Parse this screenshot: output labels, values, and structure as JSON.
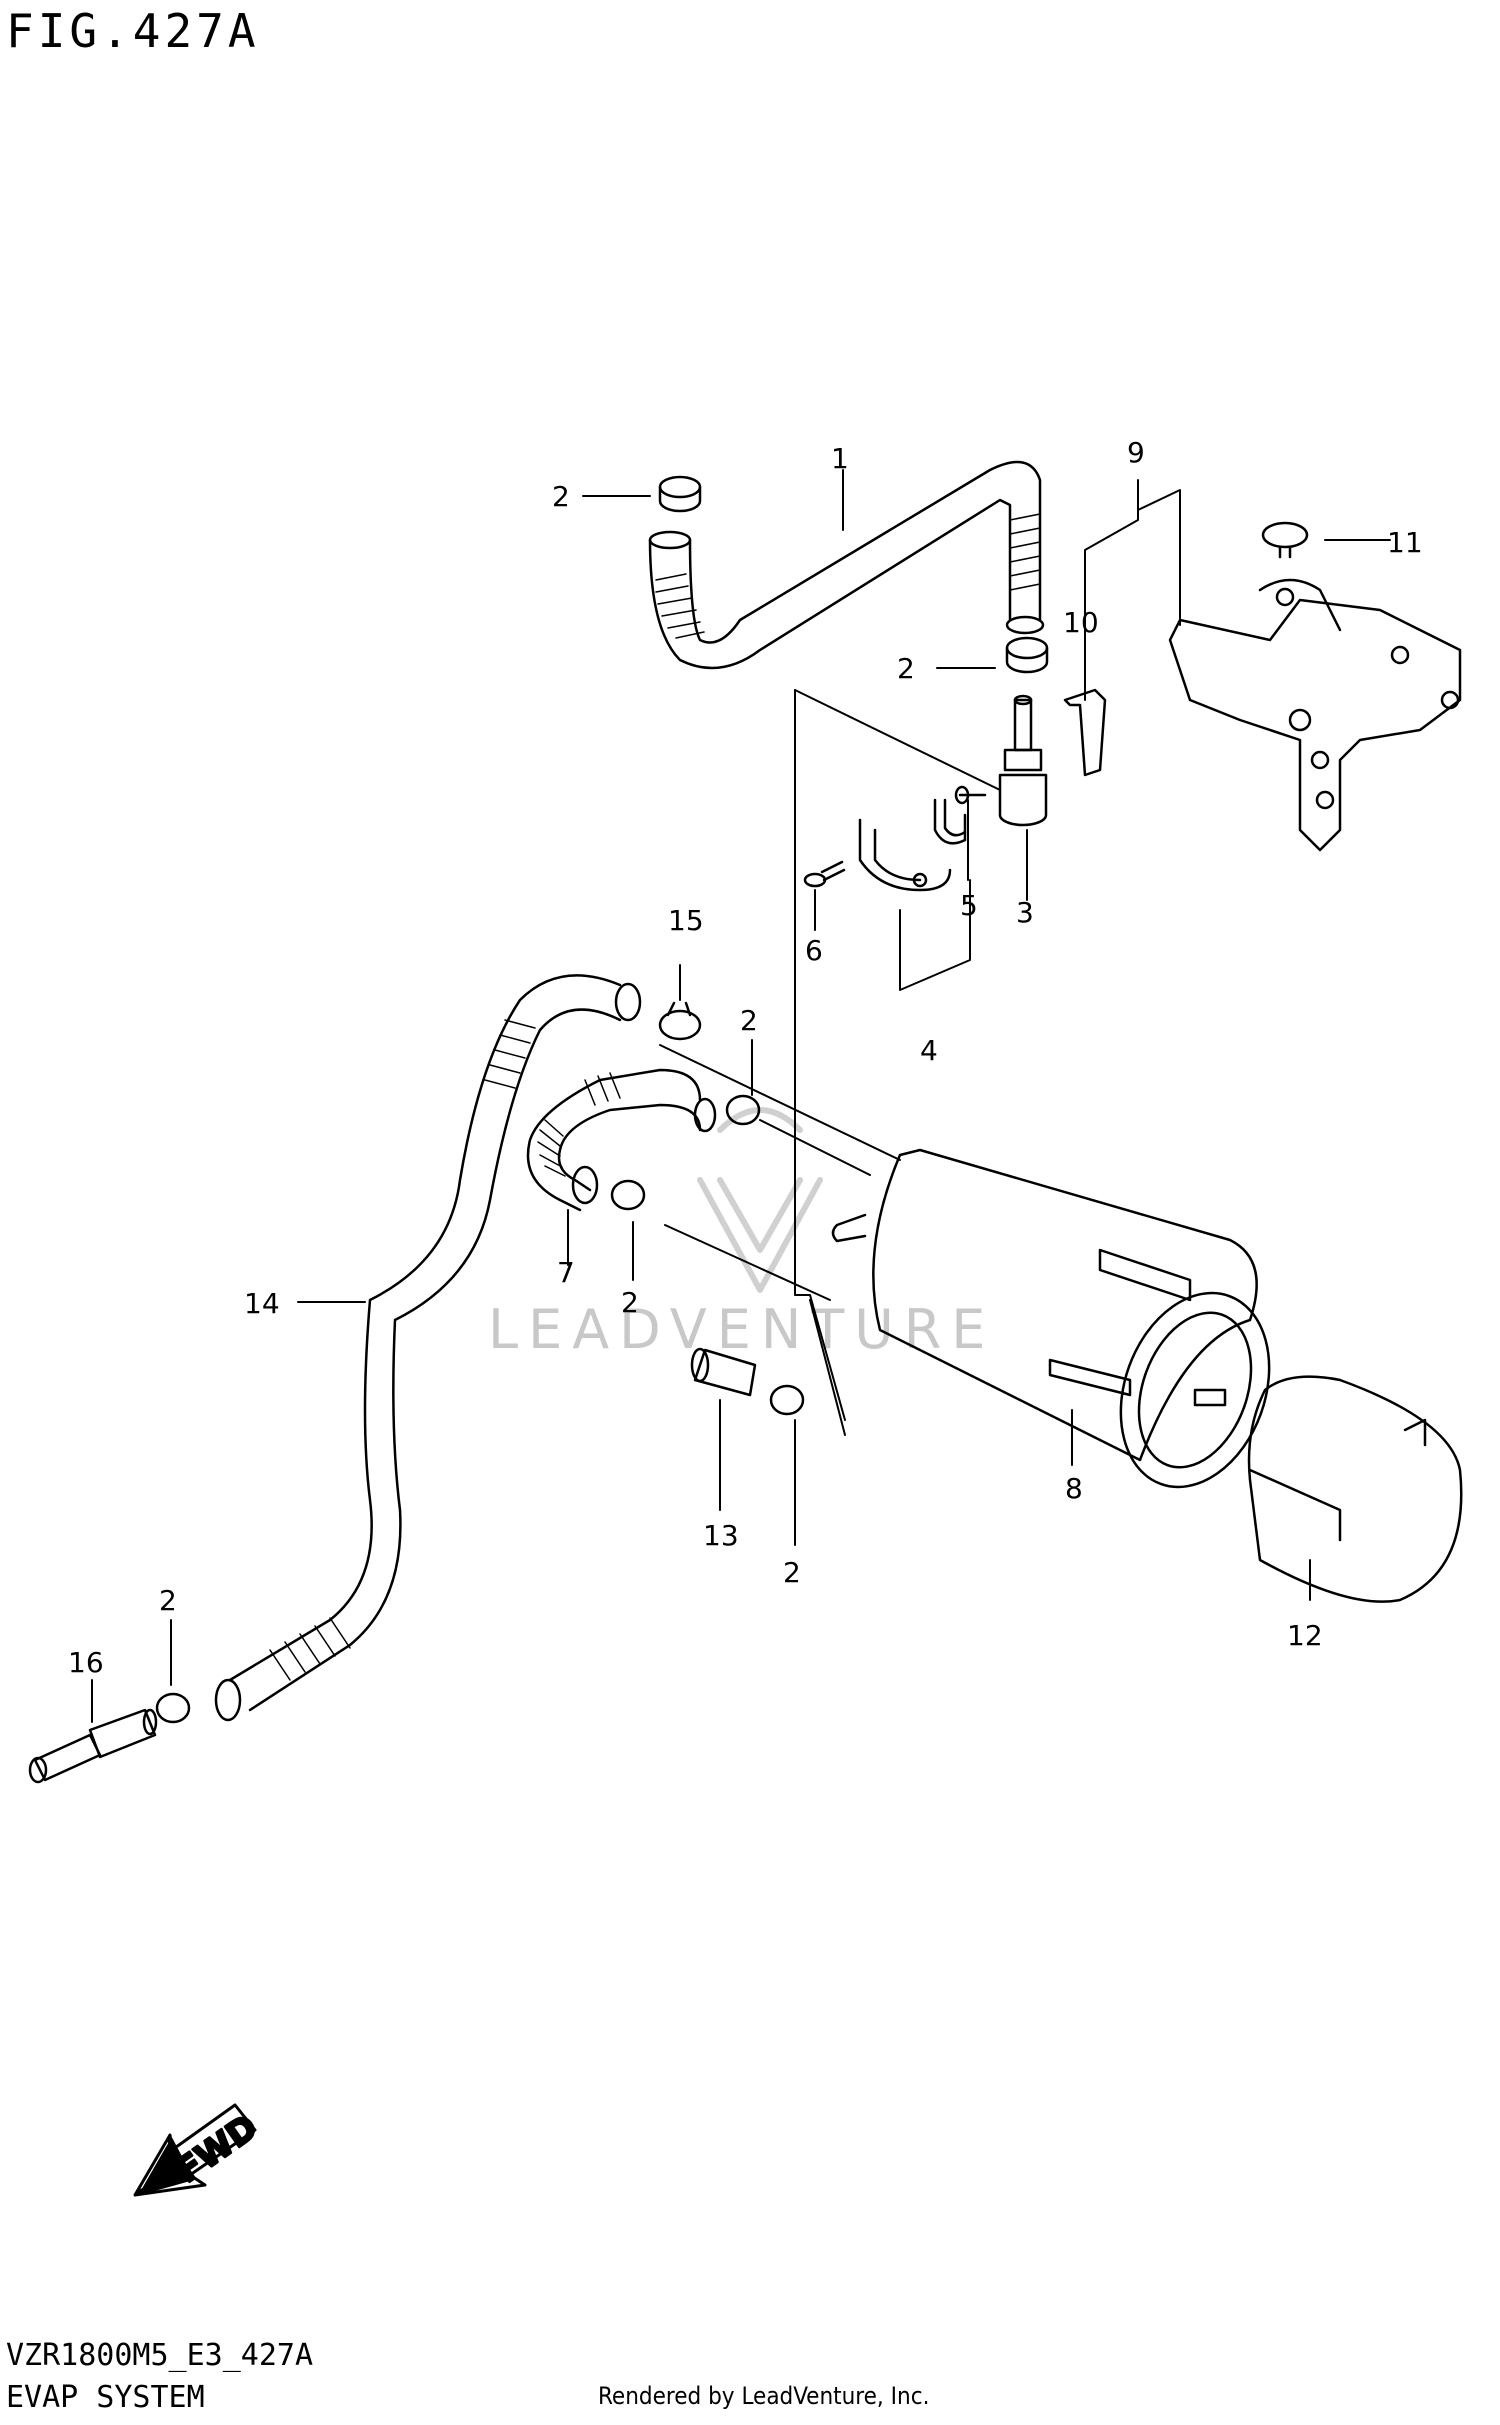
{
  "header": {
    "figure_label": "FIG.427A"
  },
  "footer": {
    "model_code": "VZR1800M5_E3_427A",
    "system_name": "EVAP SYSTEM",
    "rendered_by": "Rendered by LeadVenture, Inc."
  },
  "watermark": {
    "text": "LEADVENTURE"
  },
  "fwd_arrow": {
    "label": "FWD"
  },
  "callouts": [
    {
      "id": "c1",
      "label": "1"
    },
    {
      "id": "c2a",
      "label": "2"
    },
    {
      "id": "c2b",
      "label": "2"
    },
    {
      "id": "c2c",
      "label": "2"
    },
    {
      "id": "c2d",
      "label": "2"
    },
    {
      "id": "c2e",
      "label": "2"
    },
    {
      "id": "c2f",
      "label": "2"
    },
    {
      "id": "c3",
      "label": "3"
    },
    {
      "id": "c4",
      "label": "4"
    },
    {
      "id": "c5",
      "label": "5"
    },
    {
      "id": "c6",
      "label": "6"
    },
    {
      "id": "c7",
      "label": "7"
    },
    {
      "id": "c8",
      "label": "8"
    },
    {
      "id": "c9",
      "label": "9"
    },
    {
      "id": "c10",
      "label": "10"
    },
    {
      "id": "c11",
      "label": "11"
    },
    {
      "id": "c12",
      "label": "12"
    },
    {
      "id": "c13",
      "label": "13"
    },
    {
      "id": "c14",
      "label": "14"
    },
    {
      "id": "c15",
      "label": "15"
    },
    {
      "id": "c16",
      "label": "16"
    }
  ]
}
